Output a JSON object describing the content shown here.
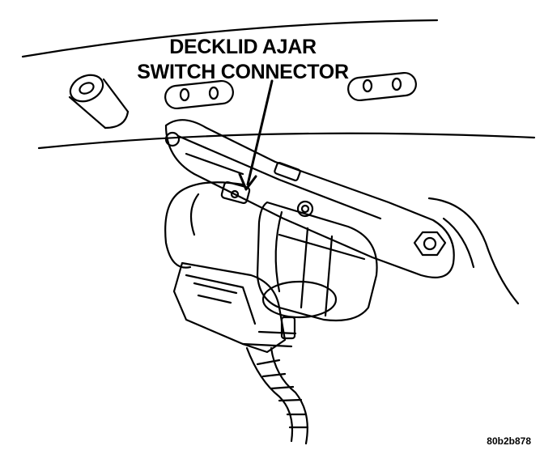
{
  "callout": {
    "line1": "DECKLID AJAR",
    "line2": "SWITCH CONNECTOR"
  },
  "figure_id": "80b2b878",
  "colors": {
    "ink": "#000000",
    "paper": "#ffffff"
  },
  "icons": [
    "leader-arrow-icon"
  ]
}
